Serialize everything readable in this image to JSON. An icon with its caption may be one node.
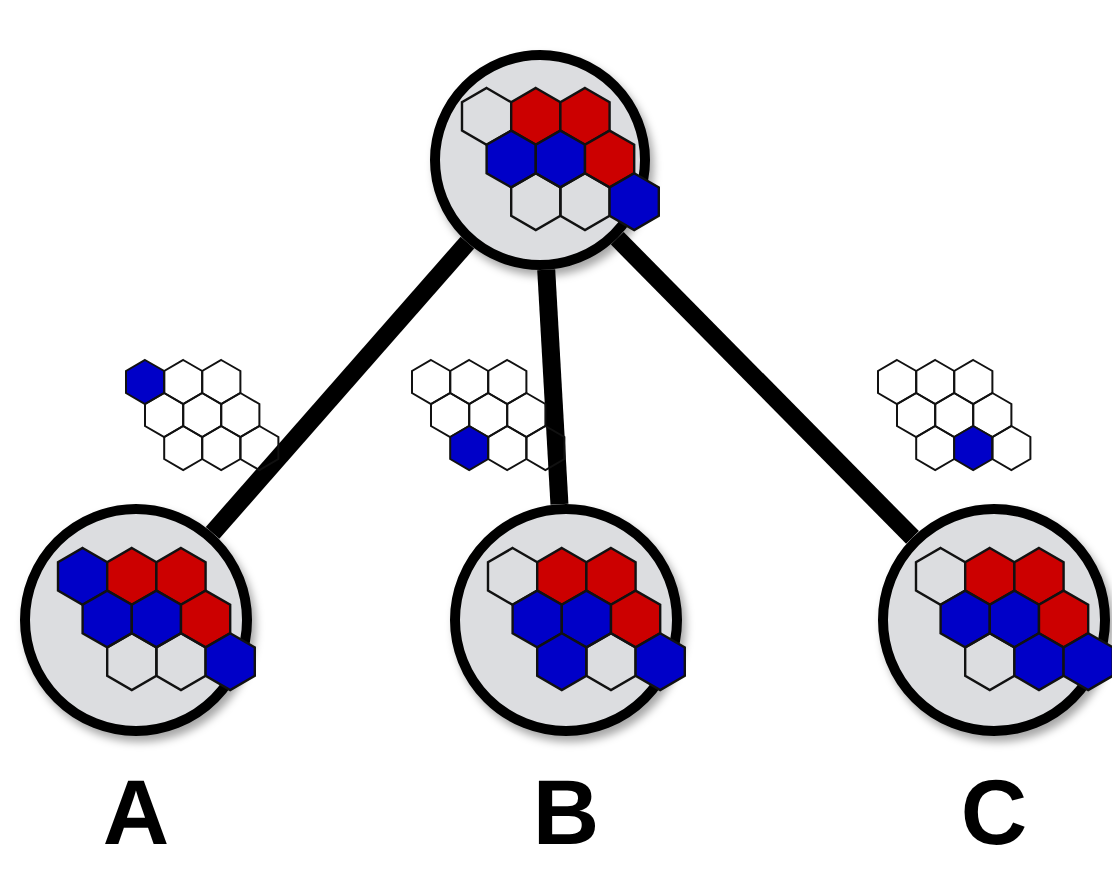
{
  "diagram": {
    "nodes": [
      {
        "text": [],
        "shape": "circle"
      },
      {
        "text": [
          "A"
        ]
      },
      {
        "text": [
          "B"
        ]
      },
      {
        "text": [
          "C"
        ]
      }
    ],
    "edges": [
      {
        "from": 0,
        "to": 1,
        "arrow": "none"
      },
      {
        "from": 0,
        "to": 2,
        "arrow": "none"
      },
      {
        "from": 0,
        "to": 3,
        "arrow": "none"
      }
    ]
  }
}
